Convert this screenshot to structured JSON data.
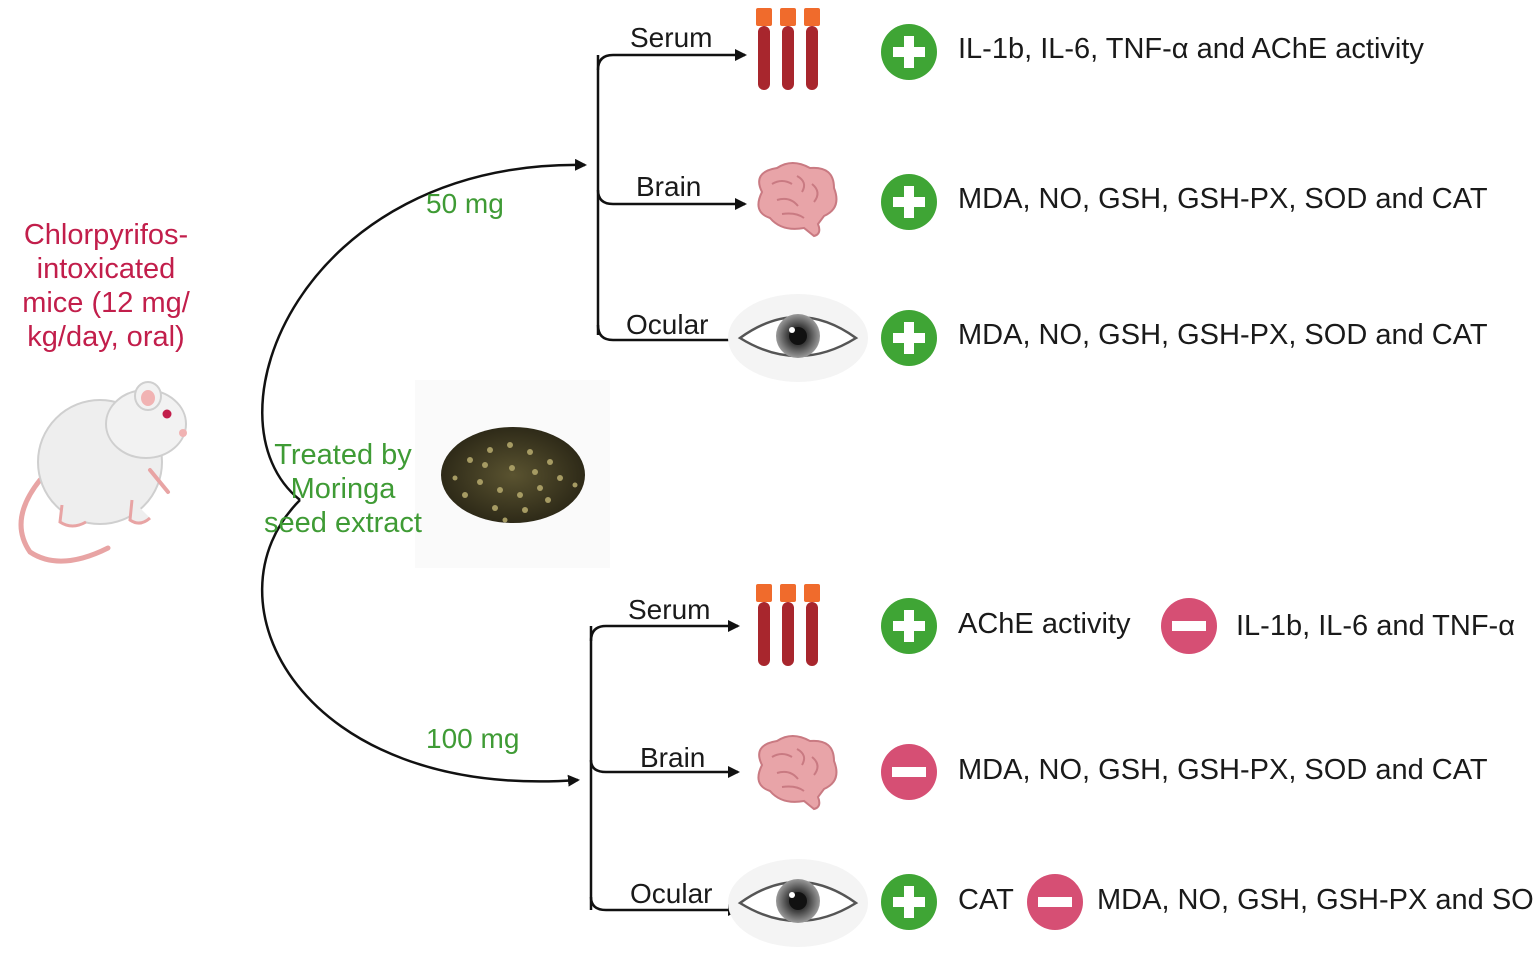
{
  "subject": {
    "label_lines": [
      "Chlorpyrifos-",
      "intoxicated",
      "mice (12 mg/",
      "kg/day, oral)"
    ]
  },
  "treatment": {
    "label_lines": [
      "Treated by",
      "Moringa",
      "seed extract"
    ]
  },
  "doses": {
    "low": "50 mg",
    "high": "100 mg"
  },
  "tissues": {
    "serum": "Serum",
    "brain": "Brain",
    "ocular": "Ocular"
  },
  "results_50mg": {
    "serum": {
      "increase": "IL-1b, IL-6, TNF-α and AChE activity"
    },
    "brain": {
      "increase": "MDA, NO, GSH, GSH-PX, SOD and CAT"
    },
    "ocular": {
      "increase": "MDA, NO, GSH, GSH-PX, SOD and CAT"
    }
  },
  "results_100mg": {
    "serum": {
      "increase": "AChE activity",
      "decrease": "IL-1b, IL-6 and TNF-α"
    },
    "brain": {
      "decrease": "MDA, NO, GSH, GSH-PX, SOD and CAT"
    },
    "ocular": {
      "increase": "CAT",
      "decrease": "MDA, NO, GSH, GSH-PX and SOD"
    }
  },
  "colors": {
    "increase": "#3fa535",
    "decrease": "#d64f74",
    "subject_text": "#c21e4b",
    "treatment_text": "#3f9b35"
  },
  "icons": {
    "increase": "plus-circle-icon",
    "decrease": "minus-circle-icon",
    "serum": "blood-tubes-icon",
    "brain": "brain-icon",
    "ocular": "eye-icon",
    "subject": "mouse-icon",
    "treatment": "moringa-seeds-icon"
  }
}
